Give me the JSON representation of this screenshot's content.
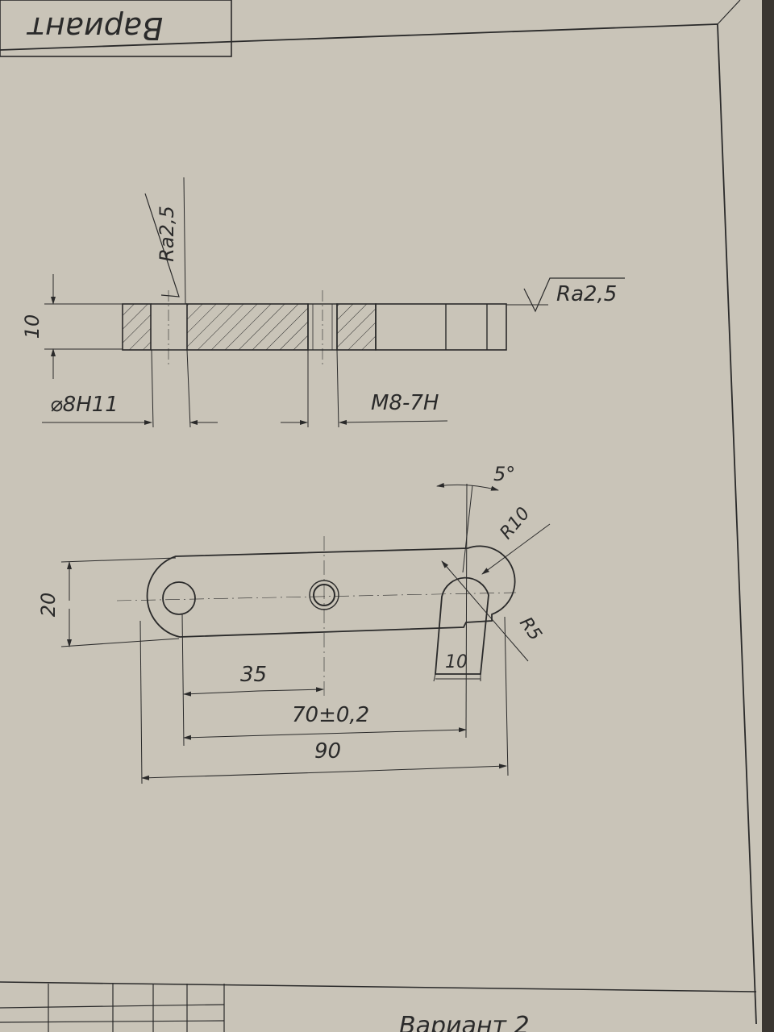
{
  "header": {
    "variant_title": "Вариант"
  },
  "footer": {
    "variant_title": "Вариант 2"
  },
  "section_view": {
    "thickness": "10",
    "hole_fit": "⌀8H11",
    "thread": "M8-7H",
    "roughness_left": "Ra2,5",
    "roughness_right": "Ra2,5"
  },
  "plan_view": {
    "height": "20",
    "dist_35": "35",
    "dist_70": "70±0,2",
    "length": "90",
    "slot_width": "10",
    "angle": "5°",
    "radius_10": "R10",
    "radius_5": "R5"
  },
  "colors": {
    "paper": "#c9c4b8",
    "ink": "#2a2a2a",
    "shadow": "#3a3631"
  }
}
